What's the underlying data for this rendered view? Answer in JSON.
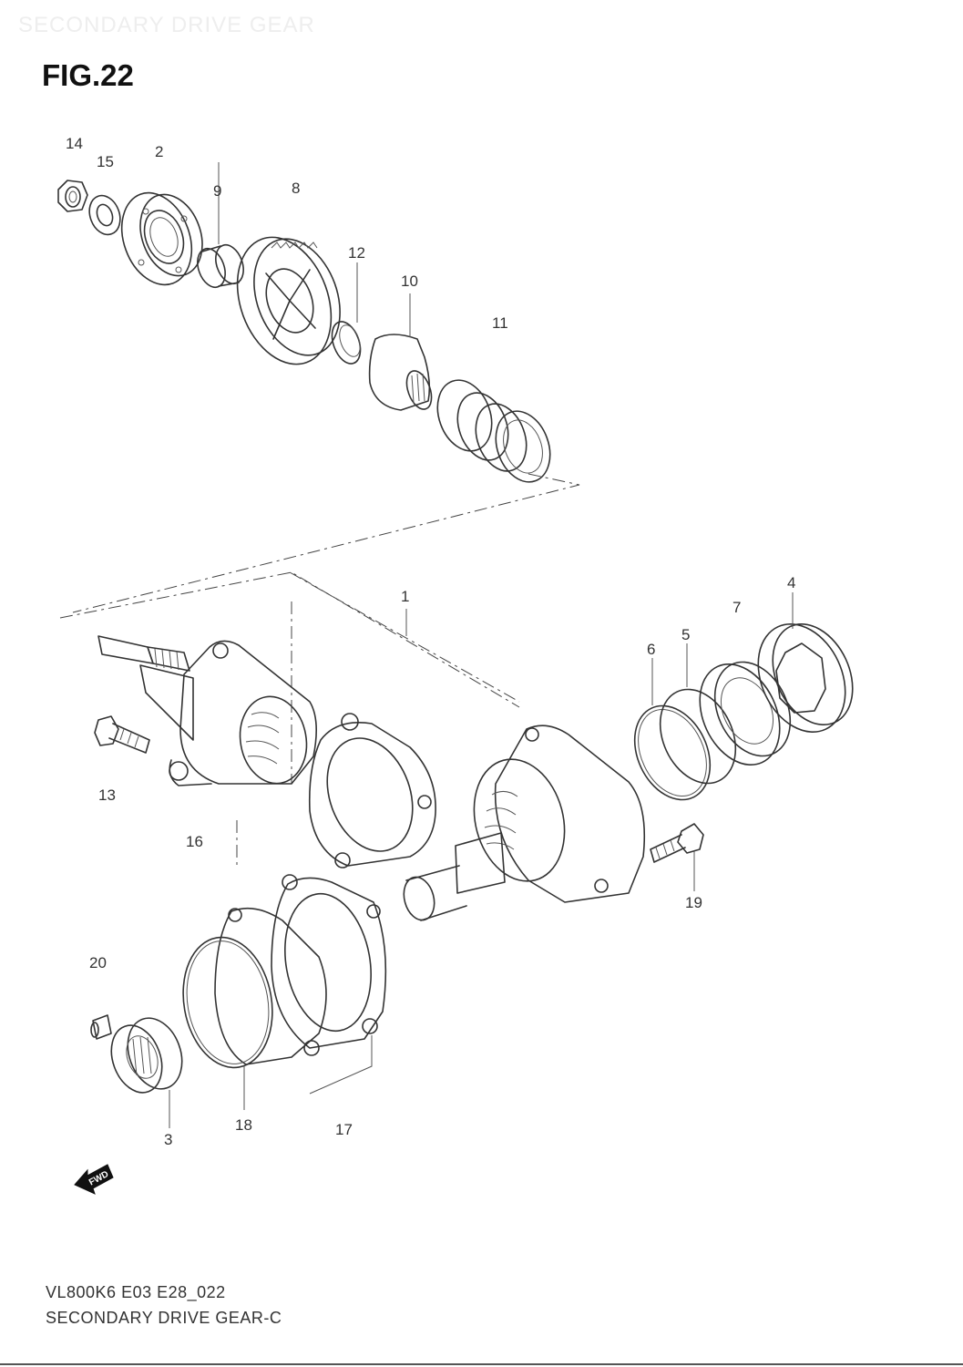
{
  "header_text": "SECONDARY DRIVE GEAR",
  "figure_title": "FIG.22",
  "footer": {
    "code": "VL800K6 E03 E28_022",
    "name": "SECONDARY DRIVE GEAR-C"
  },
  "arrow_label": "FWD",
  "callouts": {
    "c1": "1",
    "c2": "2",
    "c3": "3",
    "c4": "4",
    "c5": "5",
    "c6": "6",
    "c7": "7",
    "c8": "8",
    "c9": "9",
    "c10": "10",
    "c11": "11",
    "c12": "12",
    "c13": "13",
    "c14": "14",
    "c15": "15",
    "c16": "16",
    "c17": "17",
    "c18": "18",
    "c19": "19",
    "c20": "20"
  }
}
